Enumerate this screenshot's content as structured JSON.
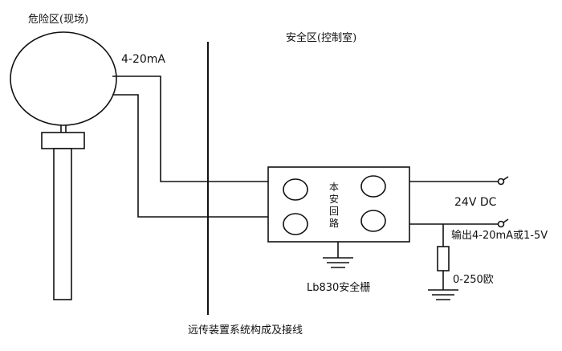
{
  "labels": {
    "hazard_zone": "危险区(现场)",
    "safe_zone": "安全区(控制室)",
    "signal": "4-20mA",
    "loop": [
      "本",
      "安",
      "回",
      "路"
    ],
    "supply": "24V  DC",
    "output": "输出4-20mA或1-5V",
    "resistor": "0-250欧",
    "barrier": "Lb830安全栅",
    "caption": "远传装置系统构成及接线"
  },
  "colors": {
    "line": "#111111",
    "background": "#ffffff"
  }
}
